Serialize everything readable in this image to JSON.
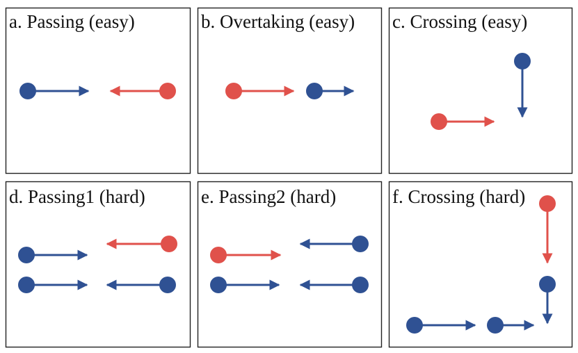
{
  "colors": {
    "agent_blue": "#2f5193",
    "agent_red": "#e0514b",
    "border": "#222222",
    "background": "#ffffff"
  },
  "panels": [
    {
      "title": "a. Passing (easy)",
      "agents": [
        {
          "color": "blue",
          "heading": "right",
          "arrow": "long"
        },
        {
          "color": "red",
          "heading": "left",
          "arrow": "long"
        }
      ]
    },
    {
      "title": "b. Overtaking (easy)",
      "agents": [
        {
          "color": "red",
          "heading": "right",
          "arrow": "long"
        },
        {
          "color": "blue",
          "heading": "right",
          "arrow": "short"
        }
      ]
    },
    {
      "title": "c. Crossing (easy)",
      "agents": [
        {
          "color": "blue",
          "heading": "down",
          "arrow": "long"
        },
        {
          "color": "red",
          "heading": "right",
          "arrow": "long"
        }
      ]
    },
    {
      "title": "d. Passing1 (hard)",
      "agents": [
        {
          "color": "red",
          "heading": "left",
          "arrow": "long"
        },
        {
          "color": "blue",
          "heading": "right",
          "arrow": "long"
        },
        {
          "color": "blue",
          "heading": "right",
          "arrow": "long"
        },
        {
          "color": "blue",
          "heading": "left",
          "arrow": "long"
        }
      ]
    },
    {
      "title": "e. Passing2 (hard)",
      "agents": [
        {
          "color": "blue",
          "heading": "left",
          "arrow": "long"
        },
        {
          "color": "red",
          "heading": "right",
          "arrow": "long"
        },
        {
          "color": "blue",
          "heading": "right",
          "arrow": "long"
        },
        {
          "color": "blue",
          "heading": "left",
          "arrow": "long"
        }
      ]
    },
    {
      "title": "f. Crossing (hard)",
      "agents": [
        {
          "color": "red",
          "heading": "down",
          "arrow": "long"
        },
        {
          "color": "blue",
          "heading": "down",
          "arrow": "short"
        },
        {
          "color": "blue",
          "heading": "right",
          "arrow": "long"
        },
        {
          "color": "blue",
          "heading": "right",
          "arrow": "short"
        }
      ]
    }
  ]
}
